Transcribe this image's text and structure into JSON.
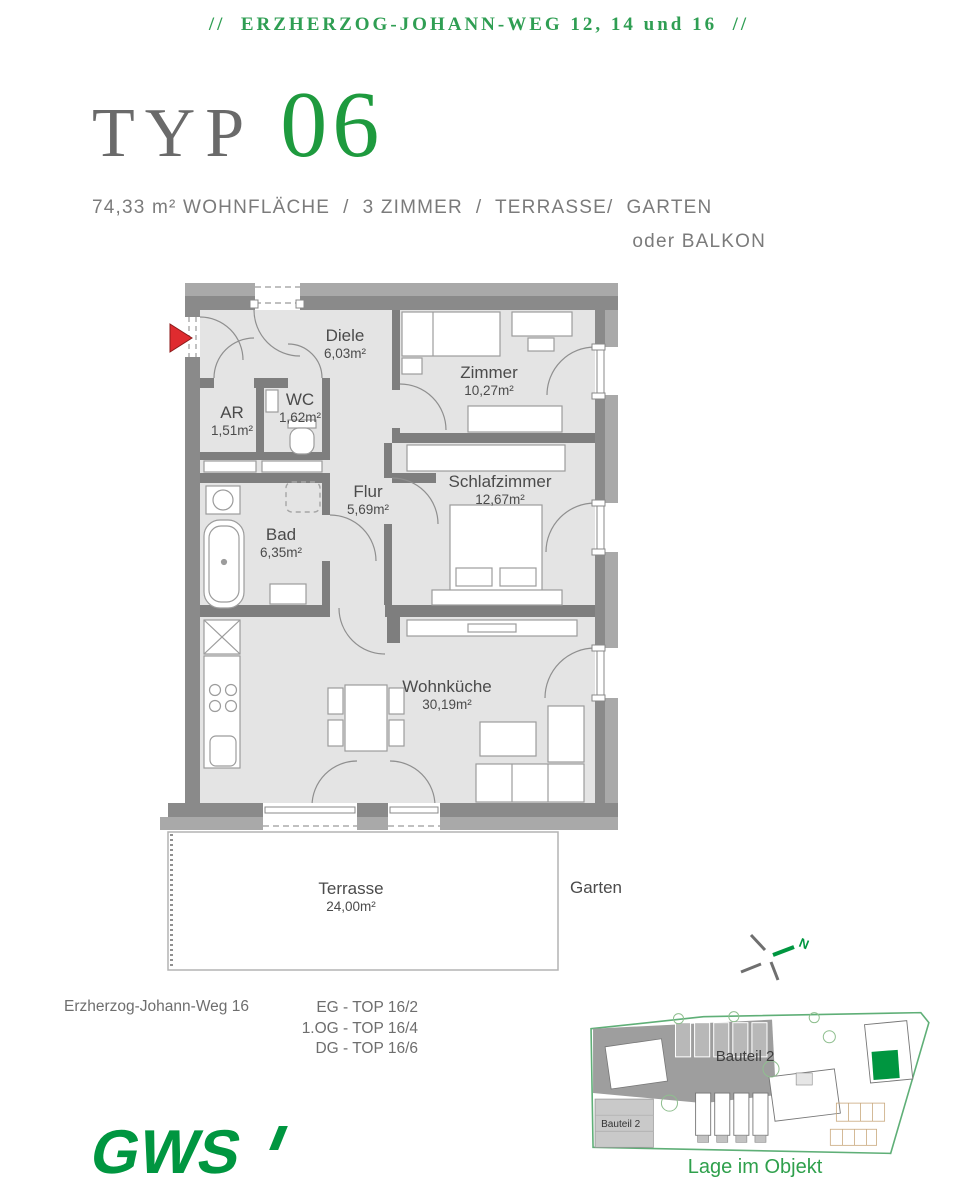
{
  "header": {
    "banner": "//  ERZHERZOG-JOHANN-WEG 12, 14 und 16  //"
  },
  "title": {
    "label": "TYP",
    "number": "06"
  },
  "subtitle": {
    "line1": "74,33 m² WOHNFLÄCHE  /  3 ZIMMER  /  TERRASSE/  GARTEN",
    "line2": "oder BALKON"
  },
  "floorplan": {
    "rooms": [
      {
        "id": "diele",
        "name": "Diele",
        "area": "6,03m²"
      },
      {
        "id": "zimmer",
        "name": "Zimmer",
        "area": "10,27m²"
      },
      {
        "id": "ar",
        "name": "AR",
        "area": "1,51m²"
      },
      {
        "id": "wc",
        "name": "WC",
        "area": "1,62m²"
      },
      {
        "id": "flur",
        "name": "Flur",
        "area": "5,69m²"
      },
      {
        "id": "schlafzimmer",
        "name": "Schlafzimmer",
        "area": "12,67m²"
      },
      {
        "id": "bad",
        "name": "Bad",
        "area": "6,35m²"
      },
      {
        "id": "wohnkueche",
        "name": "Wohnküche",
        "area": "30,19m²"
      },
      {
        "id": "terrasse",
        "name": "Terrasse",
        "area": "24,00m²"
      }
    ],
    "outdoor_label": "Garten"
  },
  "compass": {
    "north": "N"
  },
  "building_info": {
    "address": "Erzherzog-Johann-Weg 16",
    "units": [
      "EG - TOP 16/2",
      "1.OG - TOP 16/4",
      "DG - TOP 16/6"
    ]
  },
  "logo": {
    "text": "GWS"
  },
  "siteplan": {
    "label_top": "Bauteil 2",
    "label_bottom": "Bauteil 2",
    "caption": "Lage im Objekt"
  },
  "colors": {
    "brand_green": "#009640",
    "text_green": "#2F9E53",
    "number_green": "#1E9A3E",
    "title_gray": "#6A6A6A",
    "subtitle_gray": "#7B7B7B",
    "label_gray": "#4B4B4B",
    "wall_dark": "#8A8A8A",
    "wall_light": "#A9A9A9",
    "wall_inner": "#7E7E7E",
    "floor_fill": "#E4E4E4",
    "entrance_red": "#DF2B2F"
  }
}
